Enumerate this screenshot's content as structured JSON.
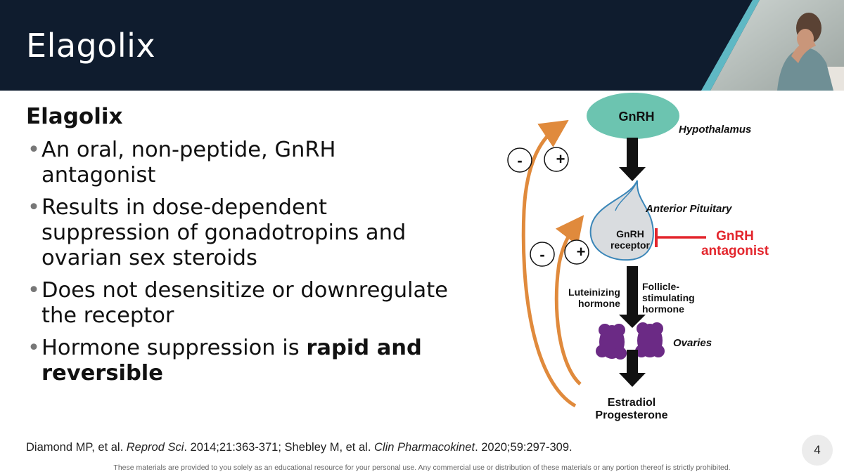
{
  "header": {
    "title": "Elagolix"
  },
  "content": {
    "heading": "Elagolix",
    "bullets": [
      {
        "text": "An oral, non-peptide, GnRH antagonist"
      },
      {
        "text": "Results in dose-dependent suppression of gonadotropins and ovarian sex steroids"
      },
      {
        "text": "Does not desensitize or downregulate the receptor"
      },
      {
        "text_prefix": "Hormone suppression is ",
        "text_bold": "rapid and reversible"
      }
    ]
  },
  "diagram": {
    "gnrh": "GnRH",
    "hypothalamus": "Hypothalamus",
    "anterior_pituitary": "Anterior Pituitary",
    "receptor_line1": "GnRH",
    "receptor_line2": "receptor",
    "antagonist_line1": "GnRH",
    "antagonist_line2": "antagonist",
    "lh_line1": "Luteinizing",
    "lh_line2": "hormone",
    "fsh_line1": "Follicle-",
    "fsh_line2": "stimulating",
    "fsh_line3": "hormone",
    "ovaries": "Ovaries",
    "estradiol": "Estradiol",
    "progesterone": "Progesterone",
    "minus": "-",
    "plus": "+",
    "colors": {
      "gnrh_fill": "#6cc4b0",
      "pituitary_fill": "#d9dcdf",
      "pituitary_stroke": "#3a86b8",
      "antagonist": "#e3262d",
      "feedback_arrow": "#e08a3c",
      "ovary_fill": "#6b2a85",
      "arrow": "#111111"
    }
  },
  "footer": {
    "citation_1": "Diamond MP, et al. ",
    "citation_2": "Reprod Sci",
    "citation_3": ". 2014;21:363-371; Shebley M, et al. ",
    "citation_4": "Clin Pharmacokinet",
    "citation_5": ". 2020;59:297-309.",
    "page_number": "4",
    "disclaimer": "These materials are provided to you solely as an educational resource for your personal use. Any commercial use or distribution of these materials or any portion thereof is strictly prohibited."
  },
  "photo": {
    "subject": "woman-holding-head-photo"
  }
}
